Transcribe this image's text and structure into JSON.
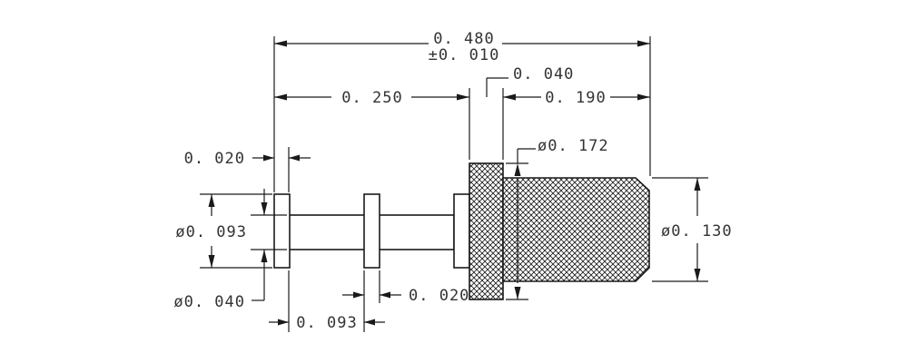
{
  "drawing": {
    "dimensions": {
      "overall_length": "0. 480",
      "overall_tolerance": "±0. 010",
      "length_to_knurl": "0. 250",
      "knurl_width": "0. 040",
      "body_length": "0. 190",
      "flange_thickness": "0. 020",
      "flange_diameter": "ø0. 093",
      "shaft_diameter": "ø0. 040",
      "flange_spacing": "0. 093",
      "second_flange_thickness": "0. 020",
      "knurl_diameter": "ø0. 172",
      "body_diameter": "ø0. 130"
    }
  }
}
